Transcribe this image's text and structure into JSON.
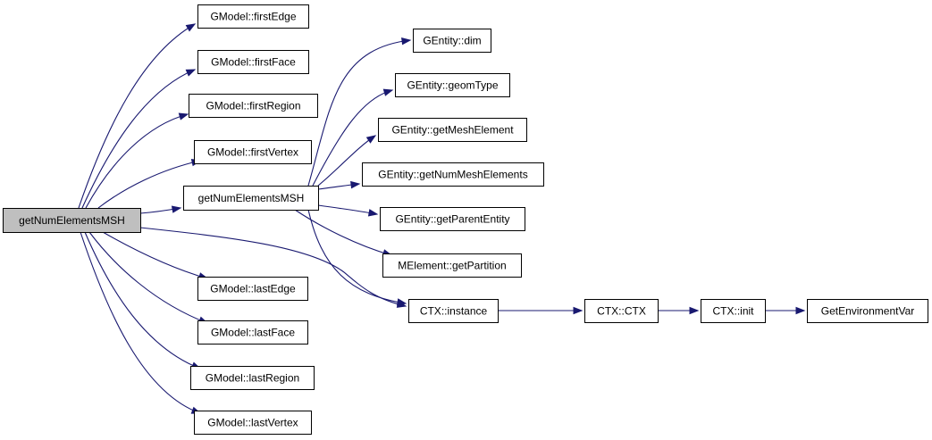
{
  "colors": {
    "edge": "#191970",
    "root_fill": "#bfbfbf",
    "node_fill": "#ffffff",
    "node_border": "#000000"
  },
  "nodes": [
    {
      "id": "root",
      "label": "getNumElementsMSH"
    },
    {
      "id": "firstEdge",
      "label": "GModel::firstEdge"
    },
    {
      "id": "firstFace",
      "label": "GModel::firstFace"
    },
    {
      "id": "firstRegion",
      "label": "GModel::firstRegion"
    },
    {
      "id": "firstVertex",
      "label": "GModel::firstVertex"
    },
    {
      "id": "getNumElementsMSH2",
      "label": "getNumElementsMSH"
    },
    {
      "id": "lastEdge",
      "label": "GModel::lastEdge"
    },
    {
      "id": "lastFace",
      "label": "GModel::lastFace"
    },
    {
      "id": "lastRegion",
      "label": "GModel::lastRegion"
    },
    {
      "id": "lastVertex",
      "label": "GModel::lastVertex"
    },
    {
      "id": "dim",
      "label": "GEntity::dim"
    },
    {
      "id": "geomType",
      "label": "GEntity::geomType"
    },
    {
      "id": "getMeshElement",
      "label": "GEntity::getMeshElement"
    },
    {
      "id": "getNumMeshElements",
      "label": "GEntity::getNumMeshElements"
    },
    {
      "id": "getParentEntity",
      "label": "GEntity::getParentEntity"
    },
    {
      "id": "getPartition",
      "label": "MElement::getPartition"
    },
    {
      "id": "ctxInstance",
      "label": "CTX::instance"
    },
    {
      "id": "ctxCtor",
      "label": "CTX::CTX"
    },
    {
      "id": "ctxInit",
      "label": "CTX::init"
    },
    {
      "id": "getEnv",
      "label": "GetEnvironmentVar"
    }
  ],
  "edges": [
    {
      "from": "root",
      "to": "firstEdge"
    },
    {
      "from": "root",
      "to": "firstFace"
    },
    {
      "from": "root",
      "to": "firstRegion"
    },
    {
      "from": "root",
      "to": "firstVertex"
    },
    {
      "from": "root",
      "to": "getNumElementsMSH2"
    },
    {
      "from": "root",
      "to": "lastEdge"
    },
    {
      "from": "root",
      "to": "lastFace"
    },
    {
      "from": "root",
      "to": "lastRegion"
    },
    {
      "from": "root",
      "to": "lastVertex"
    },
    {
      "from": "root",
      "to": "ctxInstance"
    },
    {
      "from": "getNumElementsMSH2",
      "to": "dim"
    },
    {
      "from": "getNumElementsMSH2",
      "to": "geomType"
    },
    {
      "from": "getNumElementsMSH2",
      "to": "getMeshElement"
    },
    {
      "from": "getNumElementsMSH2",
      "to": "getNumMeshElements"
    },
    {
      "from": "getNumElementsMSH2",
      "to": "getParentEntity"
    },
    {
      "from": "getNumElementsMSH2",
      "to": "getPartition"
    },
    {
      "from": "getNumElementsMSH2",
      "to": "ctxInstance"
    },
    {
      "from": "ctxInstance",
      "to": "ctxCtor"
    },
    {
      "from": "ctxCtor",
      "to": "ctxInit"
    },
    {
      "from": "ctxInit",
      "to": "getEnv"
    }
  ]
}
